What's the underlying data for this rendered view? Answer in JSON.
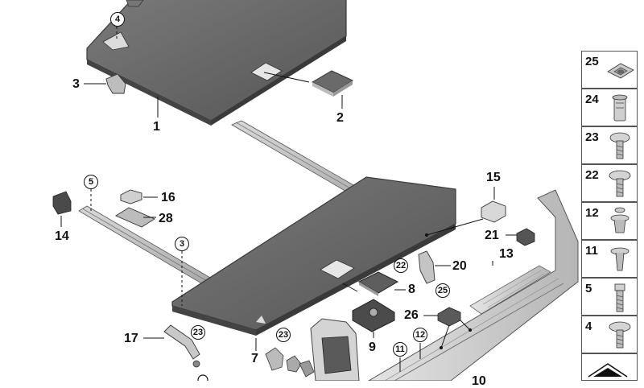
{
  "diagram": {
    "labels": {
      "p1": "1",
      "p2": "2",
      "p3": "3",
      "p7": "7",
      "p8": "8",
      "p9": "9",
      "p10": "10",
      "p13": "13",
      "p14": "14",
      "p15": "15",
      "p16": "16",
      "p17": "17",
      "p20": "20",
      "p21": "21",
      "p26": "26",
      "p28": "28"
    },
    "circled_labels": {
      "c4": "4",
      "c5": "5",
      "c3": "3",
      "c22": "22",
      "c25": "25",
      "c23a": "23",
      "c23b": "23",
      "c11": "11",
      "c12": "12"
    },
    "hardware_table": [
      {
        "num": "25",
        "icon": "spring-nut-icon"
      },
      {
        "num": "24",
        "icon": "expanding-nut-icon"
      },
      {
        "num": "23",
        "icon": "oval-head-screw-icon"
      },
      {
        "num": "22",
        "icon": "torx-screw-icon"
      },
      {
        "num": "12",
        "icon": "expanding-rivet-icon"
      },
      {
        "num": "11",
        "icon": "push-rivet-icon"
      },
      {
        "num": "5",
        "icon": "bolt-icon"
      },
      {
        "num": "4",
        "icon": "flange-screw-icon"
      }
    ],
    "colors": {
      "panel": "#5e5e5e",
      "panel_edge": "#3c3c3c",
      "trim_light": "#c8c8c8",
      "line": "#111111",
      "cell_border": "#555555"
    }
  }
}
